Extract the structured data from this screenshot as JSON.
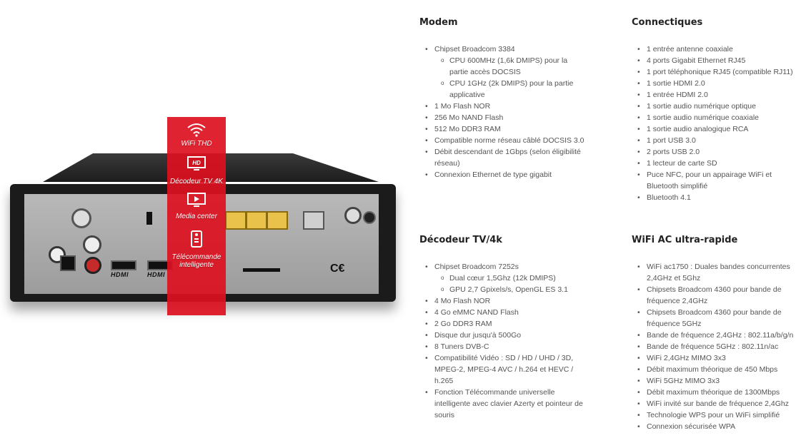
{
  "features": [
    {
      "icon": "wifi-icon",
      "label": "WiFi THD"
    },
    {
      "icon": "hd-icon",
      "label": "Décodeur TV 4K"
    },
    {
      "icon": "play-icon",
      "label": "Media center"
    },
    {
      "icon": "remote-icon",
      "label": "Télécommande intelligente"
    }
  ],
  "panel_labels": {
    "hdmi": "HDMI"
  },
  "sections": [
    {
      "title": "Modem",
      "items": [
        {
          "level": 1,
          "text": "Chipset Broadcom 3384"
        },
        {
          "level": 2,
          "text": "CPU 600MHz (1,6k DMIPS) pour la"
        },
        {
          "level": 2,
          "text": "partie accès DOCSIS",
          "cont": true
        },
        {
          "level": 2,
          "text": "CPU 1GHz (2k DMIPS) pour la partie"
        },
        {
          "level": 2,
          "text": "applicative",
          "cont": true
        },
        {
          "level": 1,
          "text": "1 Mo Flash NOR"
        },
        {
          "level": 1,
          "text": "256 Mo NAND Flash"
        },
        {
          "level": 1,
          "text": "512 Mo DDR3 RAM"
        },
        {
          "level": 1,
          "text": "Compatible norme réseau câblé DOCSIS 3.0"
        },
        {
          "level": 1,
          "text": "Débit descendant de 1Gbps (selon éligibilité"
        },
        {
          "level": 1,
          "text": "réseau)",
          "cont": true
        },
        {
          "level": 1,
          "text": "Connexion Ethernet de type gigabit"
        }
      ]
    },
    {
      "title": "Connectiques",
      "items": [
        {
          "level": 1,
          "text": "1 entrée antenne coaxiale"
        },
        {
          "level": 1,
          "text": "4 ports Gigabit Ethernet RJ45"
        },
        {
          "level": 1,
          "text": "1 port téléphonique RJ45 (compatible RJ11)"
        },
        {
          "level": 1,
          "text": "1 sortie HDMI 2.0"
        },
        {
          "level": 1,
          "text": "1 entrée HDMI 2.0"
        },
        {
          "level": 1,
          "text": "1 sortie audio numérique optique"
        },
        {
          "level": 1,
          "text": "1 sortie audio numérique coaxiale"
        },
        {
          "level": 1,
          "text": "1 sortie audio analogique RCA"
        },
        {
          "level": 1,
          "text": "1 port USB 3.0"
        },
        {
          "level": 1,
          "text": "2 ports USB 2.0"
        },
        {
          "level": 1,
          "text": "1 lecteur de carte SD"
        },
        {
          "level": 1,
          "text": "Puce NFC, pour un appairage WiFi et"
        },
        {
          "level": 1,
          "text": "Bluetooth simplifié",
          "cont": true
        },
        {
          "level": 1,
          "text": "Bluetooth 4.1"
        }
      ]
    },
    {
      "title": "Décodeur TV/4k",
      "items": [
        {
          "level": 1,
          "text": "Chipset Broadcom 7252s"
        },
        {
          "level": 2,
          "text": "Dual cœur 1,5Ghz (12k DMIPS)"
        },
        {
          "level": 2,
          "text": "GPU 2,7 Gpixels/s, OpenGL ES 3.1"
        },
        {
          "level": 1,
          "text": "4 Mo Flash NOR"
        },
        {
          "level": 1,
          "text": "4 Go eMMC NAND Flash"
        },
        {
          "level": 1,
          "text": "2 Go DDR3 RAM"
        },
        {
          "level": 1,
          "text": "Disque dur jusqu'à 500Go"
        },
        {
          "level": 1,
          "text": "8 Tuners DVB-C"
        },
        {
          "level": 1,
          "text": "Compatibilité Vidéo : SD / HD / UHD / 3D,"
        },
        {
          "level": 1,
          "text": "MPEG-2, MPEG-4 AVC / h.264 et HEVC /",
          "cont": true
        },
        {
          "level": 1,
          "text": "h.265",
          "cont": true
        },
        {
          "level": 1,
          "text": "Fonction Télécommande universelle"
        },
        {
          "level": 1,
          "text": "intelligente avec clavier Azerty et pointeur de",
          "cont": true
        },
        {
          "level": 1,
          "text": "souris",
          "cont": true
        }
      ]
    },
    {
      "title": "WiFi AC ultra-rapide",
      "items": [
        {
          "level": 1,
          "text": "WiFi ac1750 : Duales bandes concurrentes"
        },
        {
          "level": 1,
          "text": "2,4GHz et 5Ghz",
          "cont": true
        },
        {
          "level": 1,
          "text": "Chipsets Broadcom 4360 pour bande de"
        },
        {
          "level": 1,
          "text": "fréquence 2,4GHz",
          "cont": true
        },
        {
          "level": 1,
          "text": "Chipsets Broadcom 4360 pour bande de"
        },
        {
          "level": 1,
          "text": "fréquence 5GHz",
          "cont": true
        },
        {
          "level": 1,
          "text": "Bande de fréquence 2,4GHz : 802.11a/b/g/n"
        },
        {
          "level": 1,
          "text": "Bande de fréquence 5GHz : 802.11n/ac"
        },
        {
          "level": 1,
          "text": "WiFi 2,4GHz MIMO 3x3"
        },
        {
          "level": 1,
          "text": "Débit maximum théorique de 450 Mbps"
        },
        {
          "level": 1,
          "text": "WiFi 5GHz MIMO 3x3"
        },
        {
          "level": 1,
          "text": "Débit maximum théorique de 1300Mbps"
        },
        {
          "level": 1,
          "text": "WiFi invité sur bande de fréquence 2,4Ghz"
        },
        {
          "level": 1,
          "text": "Technologie WPS pour un WiFi simplifié"
        },
        {
          "level": 1,
          "text": "Connexion sécurisée WPA"
        }
      ]
    }
  ]
}
